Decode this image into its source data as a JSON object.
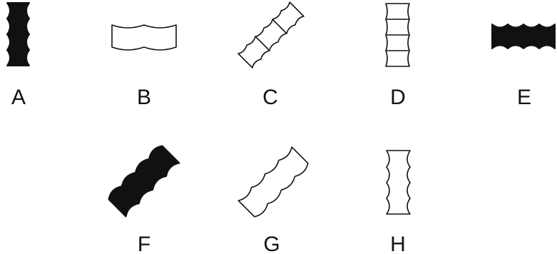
{
  "figure": {
    "stroke_color": "#111111",
    "fill_color": "#111111",
    "background": "#ffffff",
    "shapes": [
      {
        "label": "A",
        "style": "filled"
      },
      {
        "label": "B",
        "style": "outline"
      },
      {
        "label": "C",
        "style": "outline-segmented"
      },
      {
        "label": "D",
        "style": "outline-segmented"
      },
      {
        "label": "E",
        "style": "filled"
      },
      {
        "label": "F",
        "style": "filled"
      },
      {
        "label": "G",
        "style": "outline"
      },
      {
        "label": "H",
        "style": "outline"
      }
    ]
  }
}
